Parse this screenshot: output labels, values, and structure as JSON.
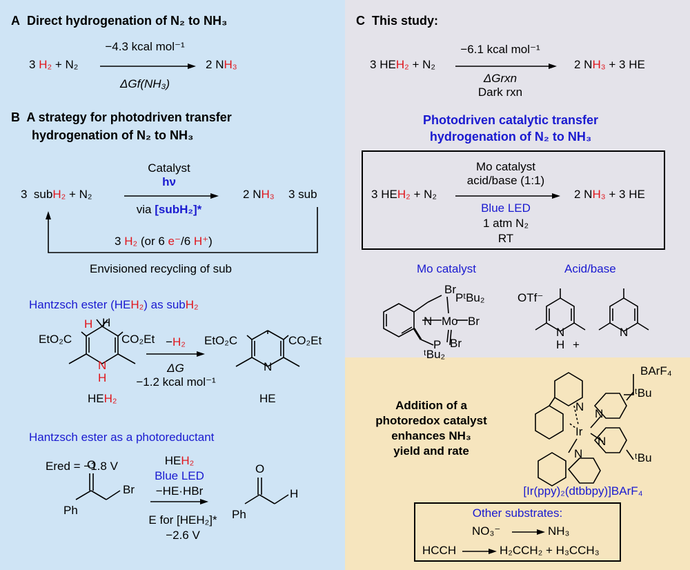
{
  "panel_a": {
    "title_letter": "A",
    "title": "Direct hydrogenation of N₂ to NH₃",
    "eq": {
      "coef1": "3",
      "h2": "H₂",
      "plus": "+",
      "n2": "N₂",
      "above": "−4.3 kcal mol⁻¹",
      "below": "ΔGf(NH₃)",
      "prod_coef": "2",
      "prod_n": "N",
      "prod_h3": "H₃"
    }
  },
  "panel_b": {
    "title_letter": "B",
    "title_line1": "A strategy for photodriven transfer",
    "title_line2": "hydrogenation of N₂ to NH₃",
    "eq": {
      "coef1": "3",
      "sub": "sub",
      "h2": "H₂",
      "plus": "+",
      "n2": "N₂",
      "catalyst": "Catalyst",
      "hv": "hν",
      "via": "via",
      "via_species": "[subH₂]*",
      "prod1_coef": "2",
      "prod1_n": "N",
      "prod1_h3": "H₃",
      "prod2": "3 sub"
    },
    "recycle": {
      "coef": "3",
      "h2": "H₂",
      "or_open": "(or 6",
      "e": "e⁻",
      "slash": "/6",
      "hplus": "H⁺",
      "close": ")",
      "caption": "Envisioned recycling of sub"
    },
    "hantzsch": {
      "label_pre": "Hantzsch ester (HE",
      "label_h2": "H₂",
      "label_mid": ") as sub",
      "label_h2b": "H₂",
      "left_co2et_a": "EtO₂C",
      "left_co2et_b": "CO₂Et",
      "h_red": "H",
      "h_black": "H",
      "nh_h": "H",
      "nh_n": "N",
      "arrow_above_minus": "−",
      "arrow_above_h2": "H₂",
      "arrow_dg": "ΔG",
      "arrow_kcal": "−1.2 kcal mol⁻¹",
      "right_co2et_a": "EtO₂C",
      "right_co2et_b": "CO₂Et",
      "right_n": "N",
      "name_left_a": "HE",
      "name_left_b": "H₂",
      "name_right": "HE"
    },
    "photored": {
      "label": "Hantzsch ester as a photoreductant",
      "ered": "Ered = −1.8 V",
      "reagent_a": "HE",
      "reagent_b": "H₂",
      "blue_led": "Blue LED",
      "minus_he_hbr": "−HE·HBr",
      "e_label": "E for [HEH₂]*",
      "e_value": "−2.6 V",
      "o1": "O",
      "ph1": "Ph",
      "br": "Br",
      "o2": "O",
      "ph2": "Ph",
      "h": "H"
    }
  },
  "panel_c": {
    "title_letter": "C",
    "title": "This study:",
    "eq1": {
      "coef": "3",
      "he": "HE",
      "h2": "H₂",
      "plus": "+",
      "n2": "N₂",
      "above": "−6.1 kcal mol⁻¹",
      "dg": "ΔGrxn",
      "dark": "Dark rxn",
      "prod1": "2 N",
      "prod1_h3": "H₃",
      "prod2": "+ 3 HE"
    },
    "subtitle_line1": "Photodriven catalytic transfer",
    "subtitle_line2": "hydrogenation of N₂ to NH₃",
    "eq2": {
      "coef": "3",
      "he": "HE",
      "h2": "H₂",
      "plus": "+",
      "n2": "N₂",
      "mo": "Mo catalyst",
      "acid": "acid/base (1:1)",
      "blue_led": "Blue LED",
      "atm": "1 atm N₂",
      "rt": "RT",
      "prod1": "2 N",
      "prod1_h3": "H₃",
      "prod2": "+ 3 HE"
    },
    "mo_label": "Mo catalyst",
    "acid_label": "Acid/base",
    "mo_struct": {
      "br_top": "Br",
      "ptbu2_top": "PᵗBu₂",
      "n": "N",
      "mo": "Mo",
      "br_right": "Br",
      "p": "P",
      "br_bottom": "Br",
      "tbu2_bottom": "ᵗBu₂"
    },
    "acid_struct": {
      "otf": "OTf⁻",
      "nh_n": "N",
      "nh_h": "H",
      "plus": "+",
      "n2": "N"
    }
  },
  "panel_d": {
    "text_line1": "Addition of a",
    "text_line2": "photoredox catalyst",
    "text_line3": "enhances NH₃",
    "text_line4": "yield and rate",
    "counterion": "BArF₄",
    "ir_struct": {
      "ir": "Ir",
      "n1": "N",
      "n2": "N",
      "n3": "N",
      "n4": "N",
      "tbu1": "ᵗBu",
      "tbu2": "ᵗBu"
    },
    "ir_name": "[Ir(ppy)₂(dtbbpy)]BArF₄",
    "other_title": "Other substrates:",
    "other1_left": "NO₃⁻",
    "other1_right": "NH₃",
    "other2_left": "HCCH",
    "other2_right": "H₂CCH₂ + H₃CCH₃"
  }
}
